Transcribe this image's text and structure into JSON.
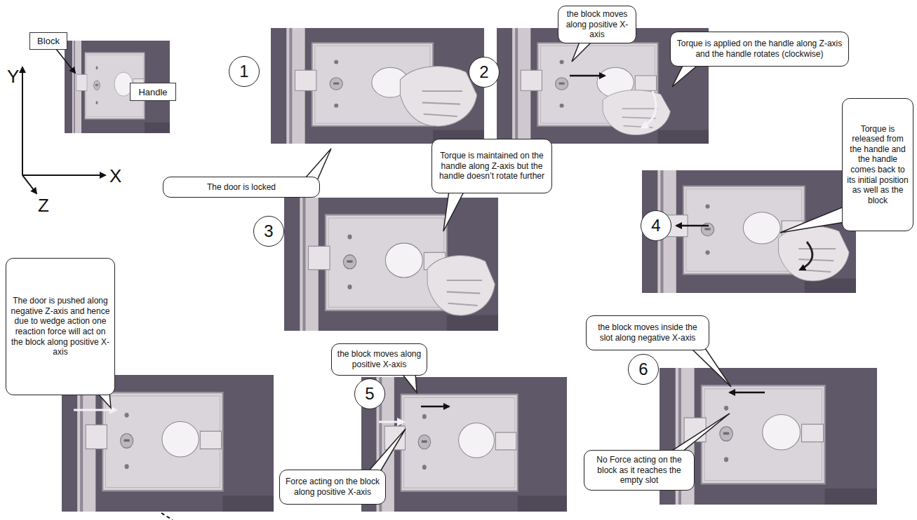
{
  "diagram": {
    "nodes": [
      {
        "text": [
          "Block"
        ]
      },
      {
        "text": [
          "Handle"
        ]
      },
      {
        "text": [
          "1"
        ]
      },
      {
        "text": [
          "the block moves along positive X-axis"
        ]
      },
      {
        "text": [
          "2"
        ]
      },
      {
        "text": [
          "Torque is applied on the handle along Z-axis and the handle rotates (clockwise)"
        ]
      },
      {
        "text": [
          "The door is locked"
        ]
      },
      {
        "text": [
          "Torque is released from the handle and the handle comes back to its initial position as well as the block"
        ]
      },
      {
        "text": [
          "3"
        ]
      },
      {
        "text": [
          "Torque is maintained on the handle along Z-axis but the handle doesn’t rotate further"
        ]
      },
      {
        "text": [
          "4"
        ]
      },
      {
        "text": [
          "The door is pushed along negative Z-axis and hence due to wedge action one reaction force will act on the block along positive X-axis"
        ]
      },
      {
        "text": [
          "the block moves along positive X-axis"
        ]
      },
      {
        "text": [
          "the block moves inside the slot along negative X-axis"
        ]
      },
      {
        "text": [
          "5"
        ]
      },
      {
        "text": [
          "6"
        ]
      },
      {
        "text": [
          "Force acting on the block along positive X-axis"
        ]
      },
      {
        "text": [
          "No Force acting on the block as it reaches the empty slot"
        ]
      }
    ],
    "labels": [
      "Y",
      "X",
      "Z"
    ]
  }
}
